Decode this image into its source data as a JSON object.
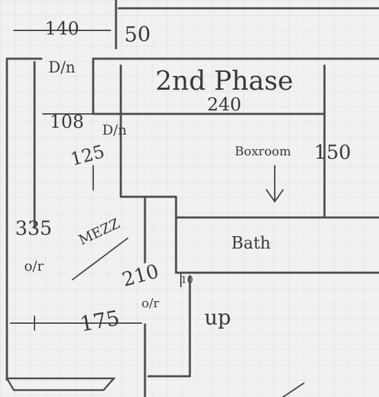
{
  "sketch": {
    "title": "2nd Phase",
    "rooms": {
      "top_room_dim": "240",
      "top_room_height": "150",
      "boxroom_label": "Boxroom",
      "bathroom_label": "Bath",
      "mezz_label": "MEZZ"
    },
    "dimensions": {
      "top_width": "140",
      "top_50": "50",
      "left_108": "108",
      "left_125": "125",
      "left_335": "335",
      "mid_210": "210",
      "small_10": "10",
      "bottom_175": "175"
    },
    "notes": {
      "dn_top": "D/n",
      "dn_mid": "D/n",
      "or_left": "o/r",
      "or_bottom": "o/r",
      "up": "up"
    },
    "colors": {
      "paper": "#f1f1ef",
      "grid": "#dcdcdc",
      "pencil": "#4b4b4b",
      "ink": "#7a6a6a"
    }
  }
}
